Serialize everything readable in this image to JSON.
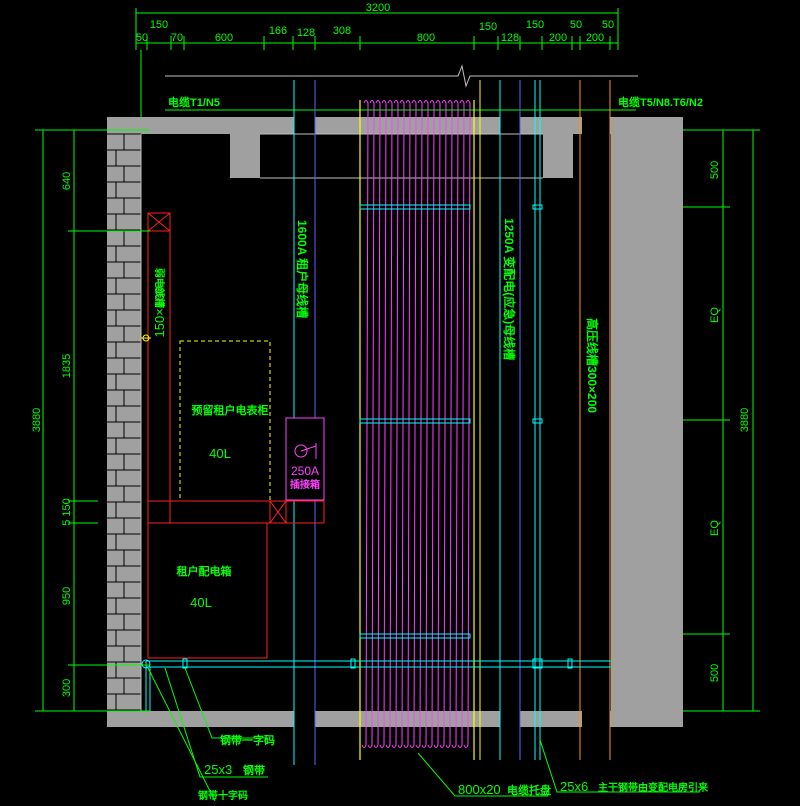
{
  "top_dims": {
    "total": "3200",
    "segments": [
      "50",
      "150",
      "70",
      "600",
      "166",
      "128",
      "308",
      "800",
      "150",
      "128",
      "150",
      "200",
      "50",
      "200",
      "50"
    ]
  },
  "cables": {
    "left": "电缆T1/N5",
    "right": "电缆T5/N8.T6/N2"
  },
  "left_dims": {
    "total": "3880",
    "segments": [
      "640",
      "1835",
      "5 150",
      "950",
      "300"
    ]
  },
  "right_dims": {
    "total": "3880",
    "segments": [
      "500",
      "EQ",
      "EQ",
      "500"
    ]
  },
  "busways": {
    "b1600": "1600A 租户母线槽",
    "b1250": "1250A 变配电(应急)母线槽",
    "hv": "高压线槽300×200",
    "tray": "150×100",
    "tray_label": "弱电线槽"
  },
  "cabinets": {
    "reserved": "预留租户电表柜",
    "reserved_size": "40L",
    "tenant": "租户配电箱",
    "tenant_size": "40L",
    "plug": "250A",
    "plug_label": "插接箱"
  },
  "callouts": {
    "steel_strip": "钢带一字码",
    "strip_25x3": "25x3",
    "strip_25x3_label": "钢带",
    "cross": "钢带十字码",
    "tray_800": "800x20",
    "tray_800_label": "电缆托盘",
    "strip_25x6": "25x6",
    "strip_25x6_label": "主干钢带由变配电房引来"
  },
  "colors": {
    "dim": "#00ff00",
    "wall": "#a0a0a0",
    "pink": "#ff40ff",
    "yellow": "#ffff00",
    "red": "#ff2020",
    "cyan": "#00ffff",
    "blue": "#6060ff",
    "orange": "#ff9900"
  }
}
